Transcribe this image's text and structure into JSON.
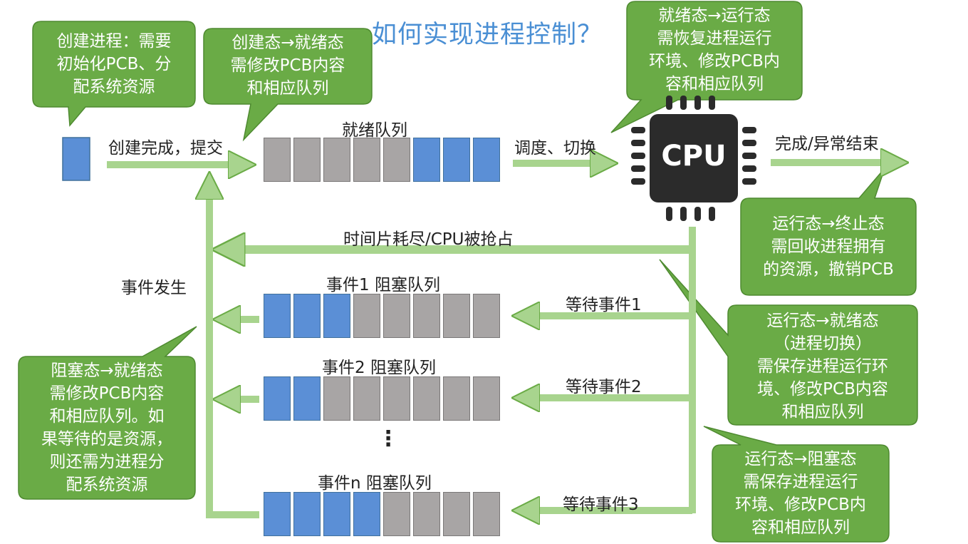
{
  "title": "如何实现进程控制？",
  "labels": {
    "create_done": "创建完成，提交",
    "ready_queue": "就绪队列",
    "schedule": "调度、切换",
    "finish": "完成/异常结束",
    "timeslice": "时间片耗尽/CPU被抢占",
    "event_occur": "事件发生",
    "blocked_q1": "事件1 阻塞队列",
    "blocked_q2": "事件2 阻塞队列",
    "blocked_qn": "事件n 阻塞队列",
    "wait1": "等待事件1",
    "wait2": "等待事件2",
    "wait3": "等待事件3",
    "dots": "⋮",
    "cpu": "CPU"
  },
  "callouts": {
    "create_process": "创建进程：需要\n初始化PCB、分\n配系统资源",
    "create_to_ready": "创建态→就绪态\n需修改PCB内容\n和相应队列",
    "ready_to_running": "就绪态→运行态\n需恢复进程运行\n环境、修改PCB内\n容和相应队列",
    "running_to_terminated": "运行态→终止态\n需回收进程拥有\n的资源，撤销PCB",
    "running_to_ready": "运行态→就绪态\n（进程切换）\n需保存进程运行环\n境、修改PCB内容\n和相应队列",
    "running_to_blocked": "运行态→阻塞态\n需保存进程运行\n环境、修改PCB内\n容和相应队列",
    "blocked_to_ready": "阻塞态→就绪态\n需修改PCB内容\n和相应队列。如\n果等待的是资源，\n则还需为进程分\n配系统资源"
  },
  "queues": {
    "ready": [
      "gray",
      "gray",
      "gray",
      "gray",
      "gray",
      "blue",
      "blue",
      "blue"
    ],
    "blocked1": [
      "blue",
      "blue",
      "blue",
      "gray",
      "gray",
      "gray",
      "gray",
      "gray"
    ],
    "blocked2": [
      "blue",
      "blue",
      "gray",
      "gray",
      "gray",
      "gray",
      "gray",
      "gray"
    ],
    "blockedn": [
      "blue",
      "blue",
      "blue",
      "blue",
      "gray",
      "gray",
      "gray",
      "gray"
    ]
  },
  "colors": {
    "callout_fill": "#6aab46",
    "callout_stroke": "#4e8a30",
    "arrow": "#a8d48e",
    "arrow_stroke": "#6aab46",
    "cpu_body": "#2b2b2b",
    "title": "#4a8fd4"
  }
}
